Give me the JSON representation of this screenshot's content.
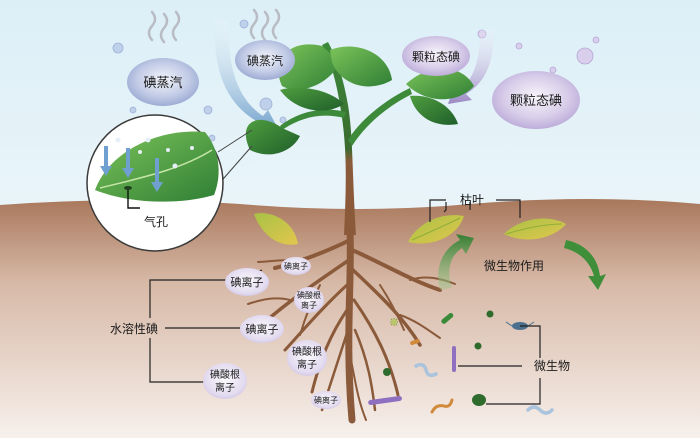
{
  "labels": {
    "iodine_vapor_left": "碘蒸汽",
    "iodine_vapor_top": "碘蒸汽",
    "particulate_iodine_top": "颗粒态碘",
    "particulate_iodine_right": "颗粒态碘",
    "stoma": "气孔",
    "dead_leaf": "枯叶",
    "microbial_action": "微生物作用",
    "water_soluble_iodine": "水溶性碘",
    "iodide_ion_1": "碘离子",
    "iodide_ion_small_1": "碘离子",
    "iodate_ion_small_l1": "碘酸根",
    "iodate_ion_small_l2": "离子",
    "iodide_ion_2": "碘离子",
    "iodate_ion_mid_l1": "碘酸根",
    "iodate_ion_mid_l2": "离子",
    "iodate_ion_left_l1": "碘酸根",
    "iodate_ion_left_l2": "离子",
    "iodide_ion_small_2": "碘离子",
    "microorganism": "微生物"
  },
  "colors": {
    "sky_top": "#e4f3f9",
    "sky_bottom": "#f7fbfc",
    "soil_top": "#b07c5f",
    "soil_bottom": "#f4ebe6",
    "leaf_green": "#3f9a3c",
    "dead_leaf_yellow": "#d6c24a",
    "stem_brown": "#8a5a3a",
    "bubble_blue": "#9fb0d8",
    "bubble_purple": "#c9bde0",
    "arrow_green": "#3f8f3a"
  }
}
